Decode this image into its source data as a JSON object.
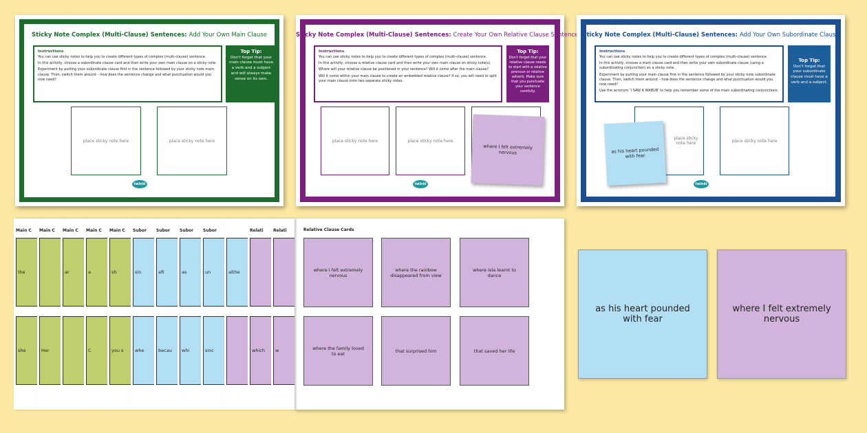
{
  "colors": {
    "background": "#fbe8a3",
    "green": "#1e6b2e",
    "purple": "#7b1f7e",
    "blue": "#1d4e8f",
    "main_card": "#bed06e",
    "sub_card": "#b3dff5",
    "rel_card": "#d1b3dc"
  },
  "boards": [
    {
      "title_bold": "Sticky Note Complex (Multi-Clause) Sentences:",
      "title_rest": "Add Your Own Main Clause",
      "instructions_heading": "Instructions",
      "instructions": [
        "You can use sticky notes to help you to create different types of complex (multi-clause) sentence.",
        "In this activity, choose a subordinate clause card and then write your own main clause on a sticky note.",
        "Experiment by putting your subordinate clause first in the sentence followed by your sticky note main clause. Then, switch them around – how does the sentence change and what punctuation would you now need?"
      ],
      "tip_heading": "Top Tip:",
      "tip": "Don't forget that your main clause must have a verb and a subject and will always make sense on its own.",
      "placeholder": "place sticky note here",
      "logo": "twinkl"
    },
    {
      "title_bold": "Sticky Note Complex (Multi-Clause) Sentences:",
      "title_rest": "Create Your Own Relative Clause Sentence",
      "instructions_heading": "Instructions",
      "instructions": [
        "You can use sticky notes to help you to create different types of complex (multi-clause) sentence.",
        "In this activity, choose a relative clause card and then write your own main clause on sticky note(s).",
        "Where will your relative clause be positioned in your sentence? Will it come after the main clause?",
        "Will it come within your main clause to create an embedded relative clause? If so, you will need to split your main clause onto two separate sticky notes."
      ],
      "tip_heading": "Top Tip:",
      "tip": "Don't forget that your relative clause needs to start with a relative pronoun or relative adverb. Make sure that you punctuate your sentence carefully.",
      "placeholder": "place sticky note here",
      "sticky": "where I felt extremely nervous",
      "logo": "twinkl"
    },
    {
      "title_bold": "Sticky Note Complex (Multi-Clause) Sentences:",
      "title_rest": "Add Your Own Subordinate Clause",
      "instructions_heading": "Instructions",
      "instructions": [
        "You can use sticky notes to help you to create different types of complex (multi-clause) sentence.",
        "In this activity, choose a main clause card and then write your own subordinate clause (using a subordinating conjunction) on a sticky note.",
        "Experiment by putting your main clause first in the sentence followed by your sticky note subordinate clause. Then, switch them around – how does the sentence change and what punctuation would you now need?",
        "Use the acronym 'I SAW A WABUB' to help you remember some of the main subordinating conjunctions."
      ],
      "tip_heading": "Top Tip:",
      "tip": "Don't forget that your subordinate clause must have a verb and a subject.",
      "placeholder": "place sticky note here",
      "sticky": "as his heart pounded with fear",
      "logo": "twinkl"
    }
  ],
  "stack": [
    {
      "header": "Main C",
      "type": "main",
      "top": "the",
      "bottom": "she"
    },
    {
      "header": "Main C",
      "type": "main",
      "top": "",
      "bottom": "Her"
    },
    {
      "header": "Main C",
      "type": "main",
      "top": "ar",
      "bottom": ""
    },
    {
      "header": "Main C",
      "type": "main",
      "top": "a",
      "bottom": "C"
    },
    {
      "header": "Main C",
      "type": "main",
      "top": "sh",
      "bottom": "you s"
    },
    {
      "header": "Subor",
      "type": "sub",
      "top": "sin",
      "bottom": "whe"
    },
    {
      "header": "Subor",
      "type": "sub",
      "top": "aft",
      "bottom": "becau"
    },
    {
      "header": "Subor",
      "type": "sub",
      "top": "as",
      "bottom": "whi"
    },
    {
      "header": "Subor",
      "type": "sub",
      "top": "un",
      "bottom": "sinc"
    },
    {
      "header": "",
      "type": "sub",
      "top": "althe",
      "bottom": "",
      "bottom_type": "rel"
    },
    {
      "header": "Relati",
      "type": "rel",
      "top": "",
      "bottom": "which"
    },
    {
      "header": "Relati",
      "type": "rel",
      "top": "",
      "bottom": "w"
    }
  ],
  "front_page": {
    "title": "Relative Clause Cards",
    "cards": [
      "where I felt extremely nervous",
      "where the rainbow disappeared from view",
      "where Isla learnt to dance",
      "where the family loved to eat",
      "that surprised him",
      "that saved her life"
    ]
  },
  "preview_cards": [
    "as his heart pounded with fear",
    "where I felt extremely nervous"
  ]
}
